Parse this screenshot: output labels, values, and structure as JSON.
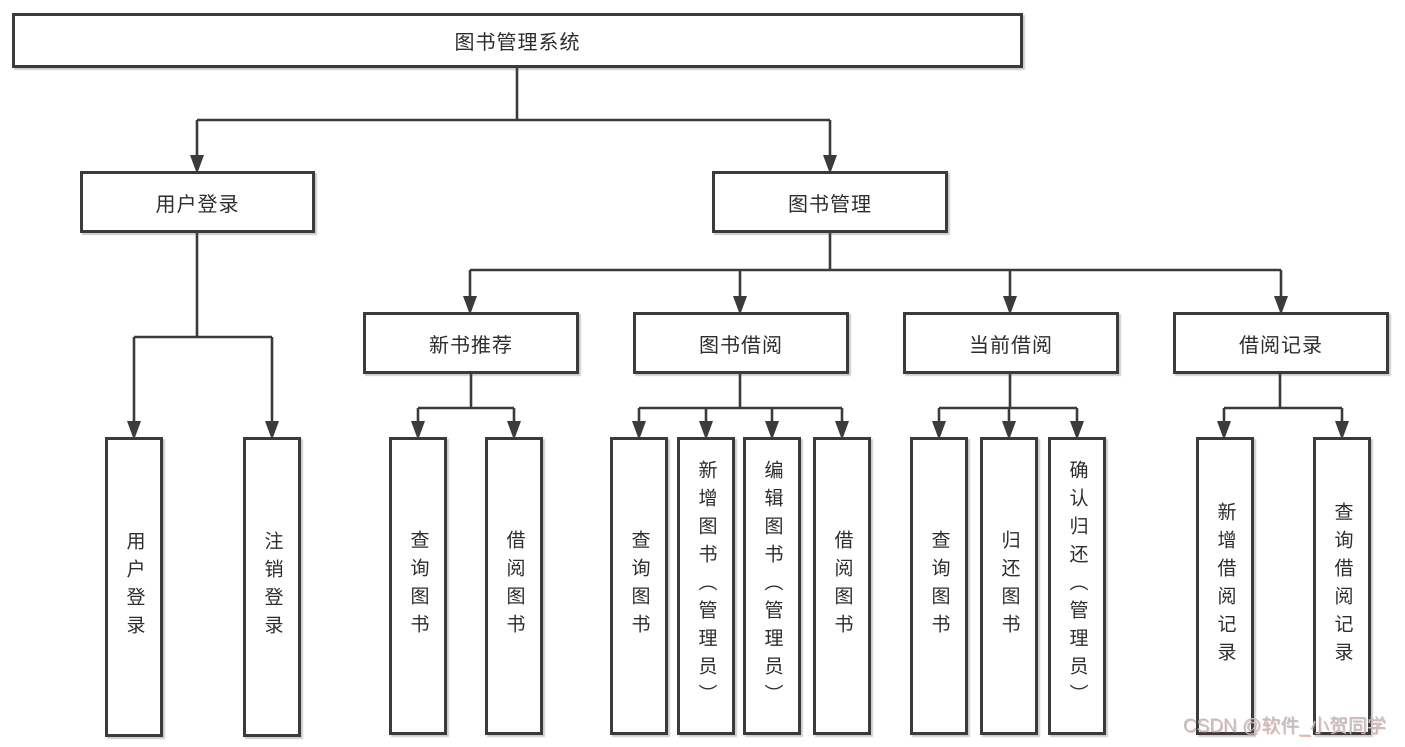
{
  "diagram": {
    "title": "图书管理系统",
    "tree": {
      "root": {
        "label": "图书管理系统"
      },
      "branches": [
        {
          "label": "用户登录",
          "children": [
            {
              "label": "用户登录"
            },
            {
              "label": "注销登录"
            }
          ]
        },
        {
          "label": "图书管理",
          "children": [
            {
              "label": "新书推荐",
              "children": [
                {
                  "label": "查询图书"
                },
                {
                  "label": "借阅图书"
                }
              ]
            },
            {
              "label": "图书借阅",
              "children": [
                {
                  "label": "查询图书"
                },
                {
                  "label": "新增图书（管理员）"
                },
                {
                  "label": "编辑图书（管理员）"
                },
                {
                  "label": "借阅图书"
                }
              ]
            },
            {
              "label": "当前借阅",
              "children": [
                {
                  "label": "查询图书"
                },
                {
                  "label": "归还图书"
                },
                {
                  "label": "确认归还（管理员）"
                }
              ]
            },
            {
              "label": "借阅记录",
              "children": [
                {
                  "label": "新增借阅记录"
                },
                {
                  "label": "查询借阅记录"
                }
              ]
            }
          ]
        }
      ]
    },
    "line_color": "#3b3b3b",
    "box_background": "#ffffff",
    "text_color": "#2d2d2d"
  },
  "watermark": {
    "text": "CSDN @软件_小贺同学"
  }
}
